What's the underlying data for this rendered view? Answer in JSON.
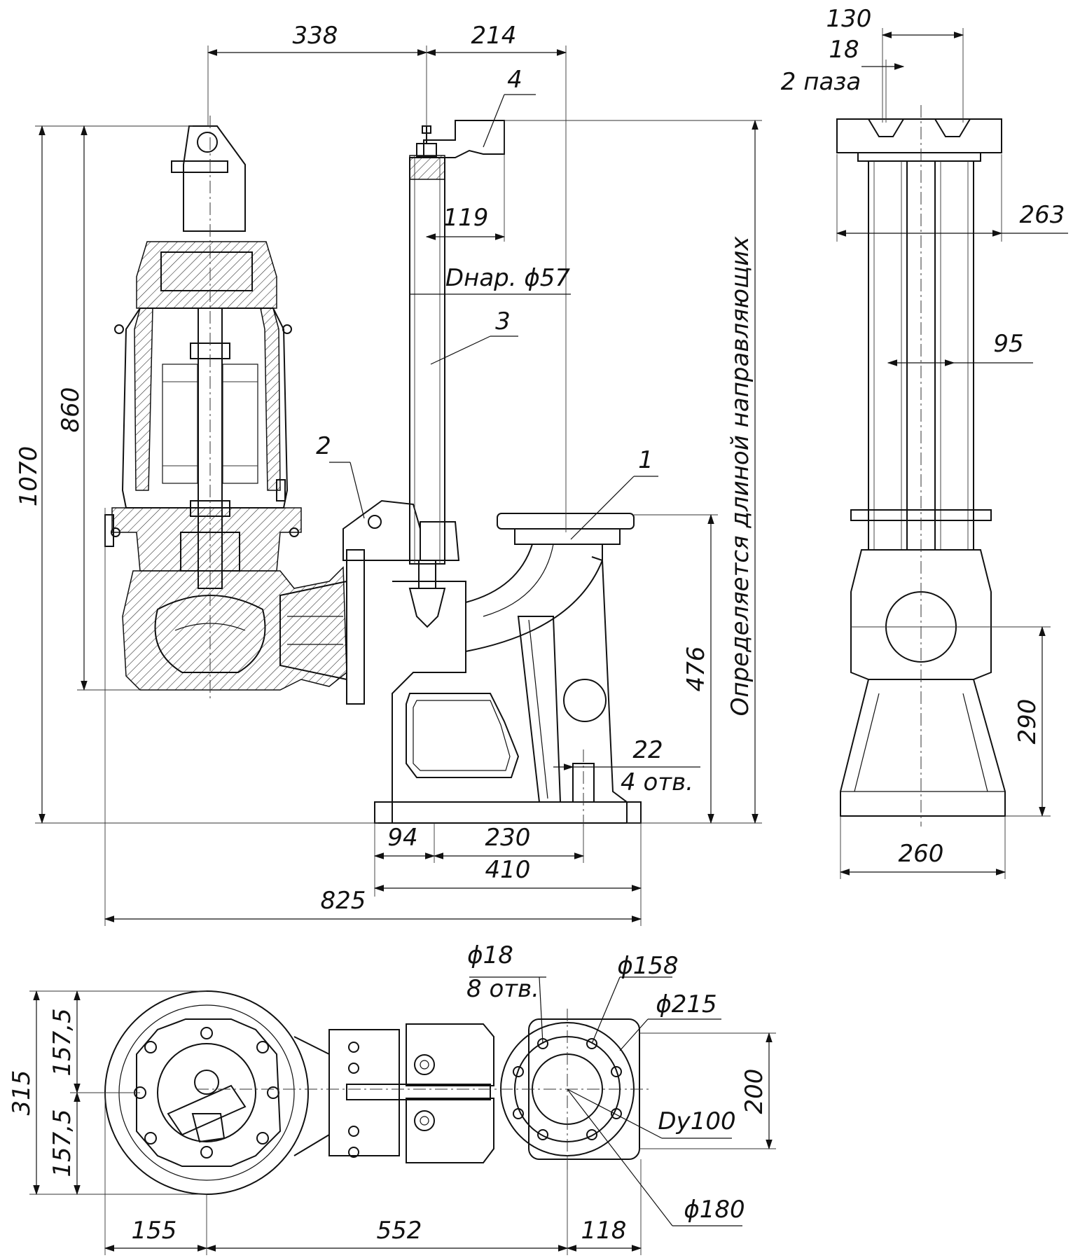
{
  "dimensions": {
    "d338": "338",
    "d214": "214",
    "d130": "130",
    "d18": "18",
    "slots": "2 паза",
    "d119": "119",
    "d_outer": "Dнар. ϕ57",
    "d263": "263",
    "d95": "95",
    "d1070": "1070",
    "d860": "860",
    "d476": "476",
    "d290": "290",
    "d22": "22",
    "holes4": "4 отв.",
    "d94": "94",
    "d230": "230",
    "d410": "410",
    "d825": "825",
    "d260": "260",
    "guide_note": "Определяется длиной направляющих",
    "phi18": "ϕ18",
    "holes8": "8 отв.",
    "phi158": "ϕ158",
    "phi215": "ϕ215",
    "d315": "315",
    "d157a": "157,5",
    "d157b": "157,5",
    "d200": "200",
    "dy100": "Dу100",
    "phi180": "ϕ180",
    "d155": "155",
    "d552": "552",
    "d118": "118"
  },
  "callouts": [
    "1",
    "2",
    "3",
    "4"
  ]
}
